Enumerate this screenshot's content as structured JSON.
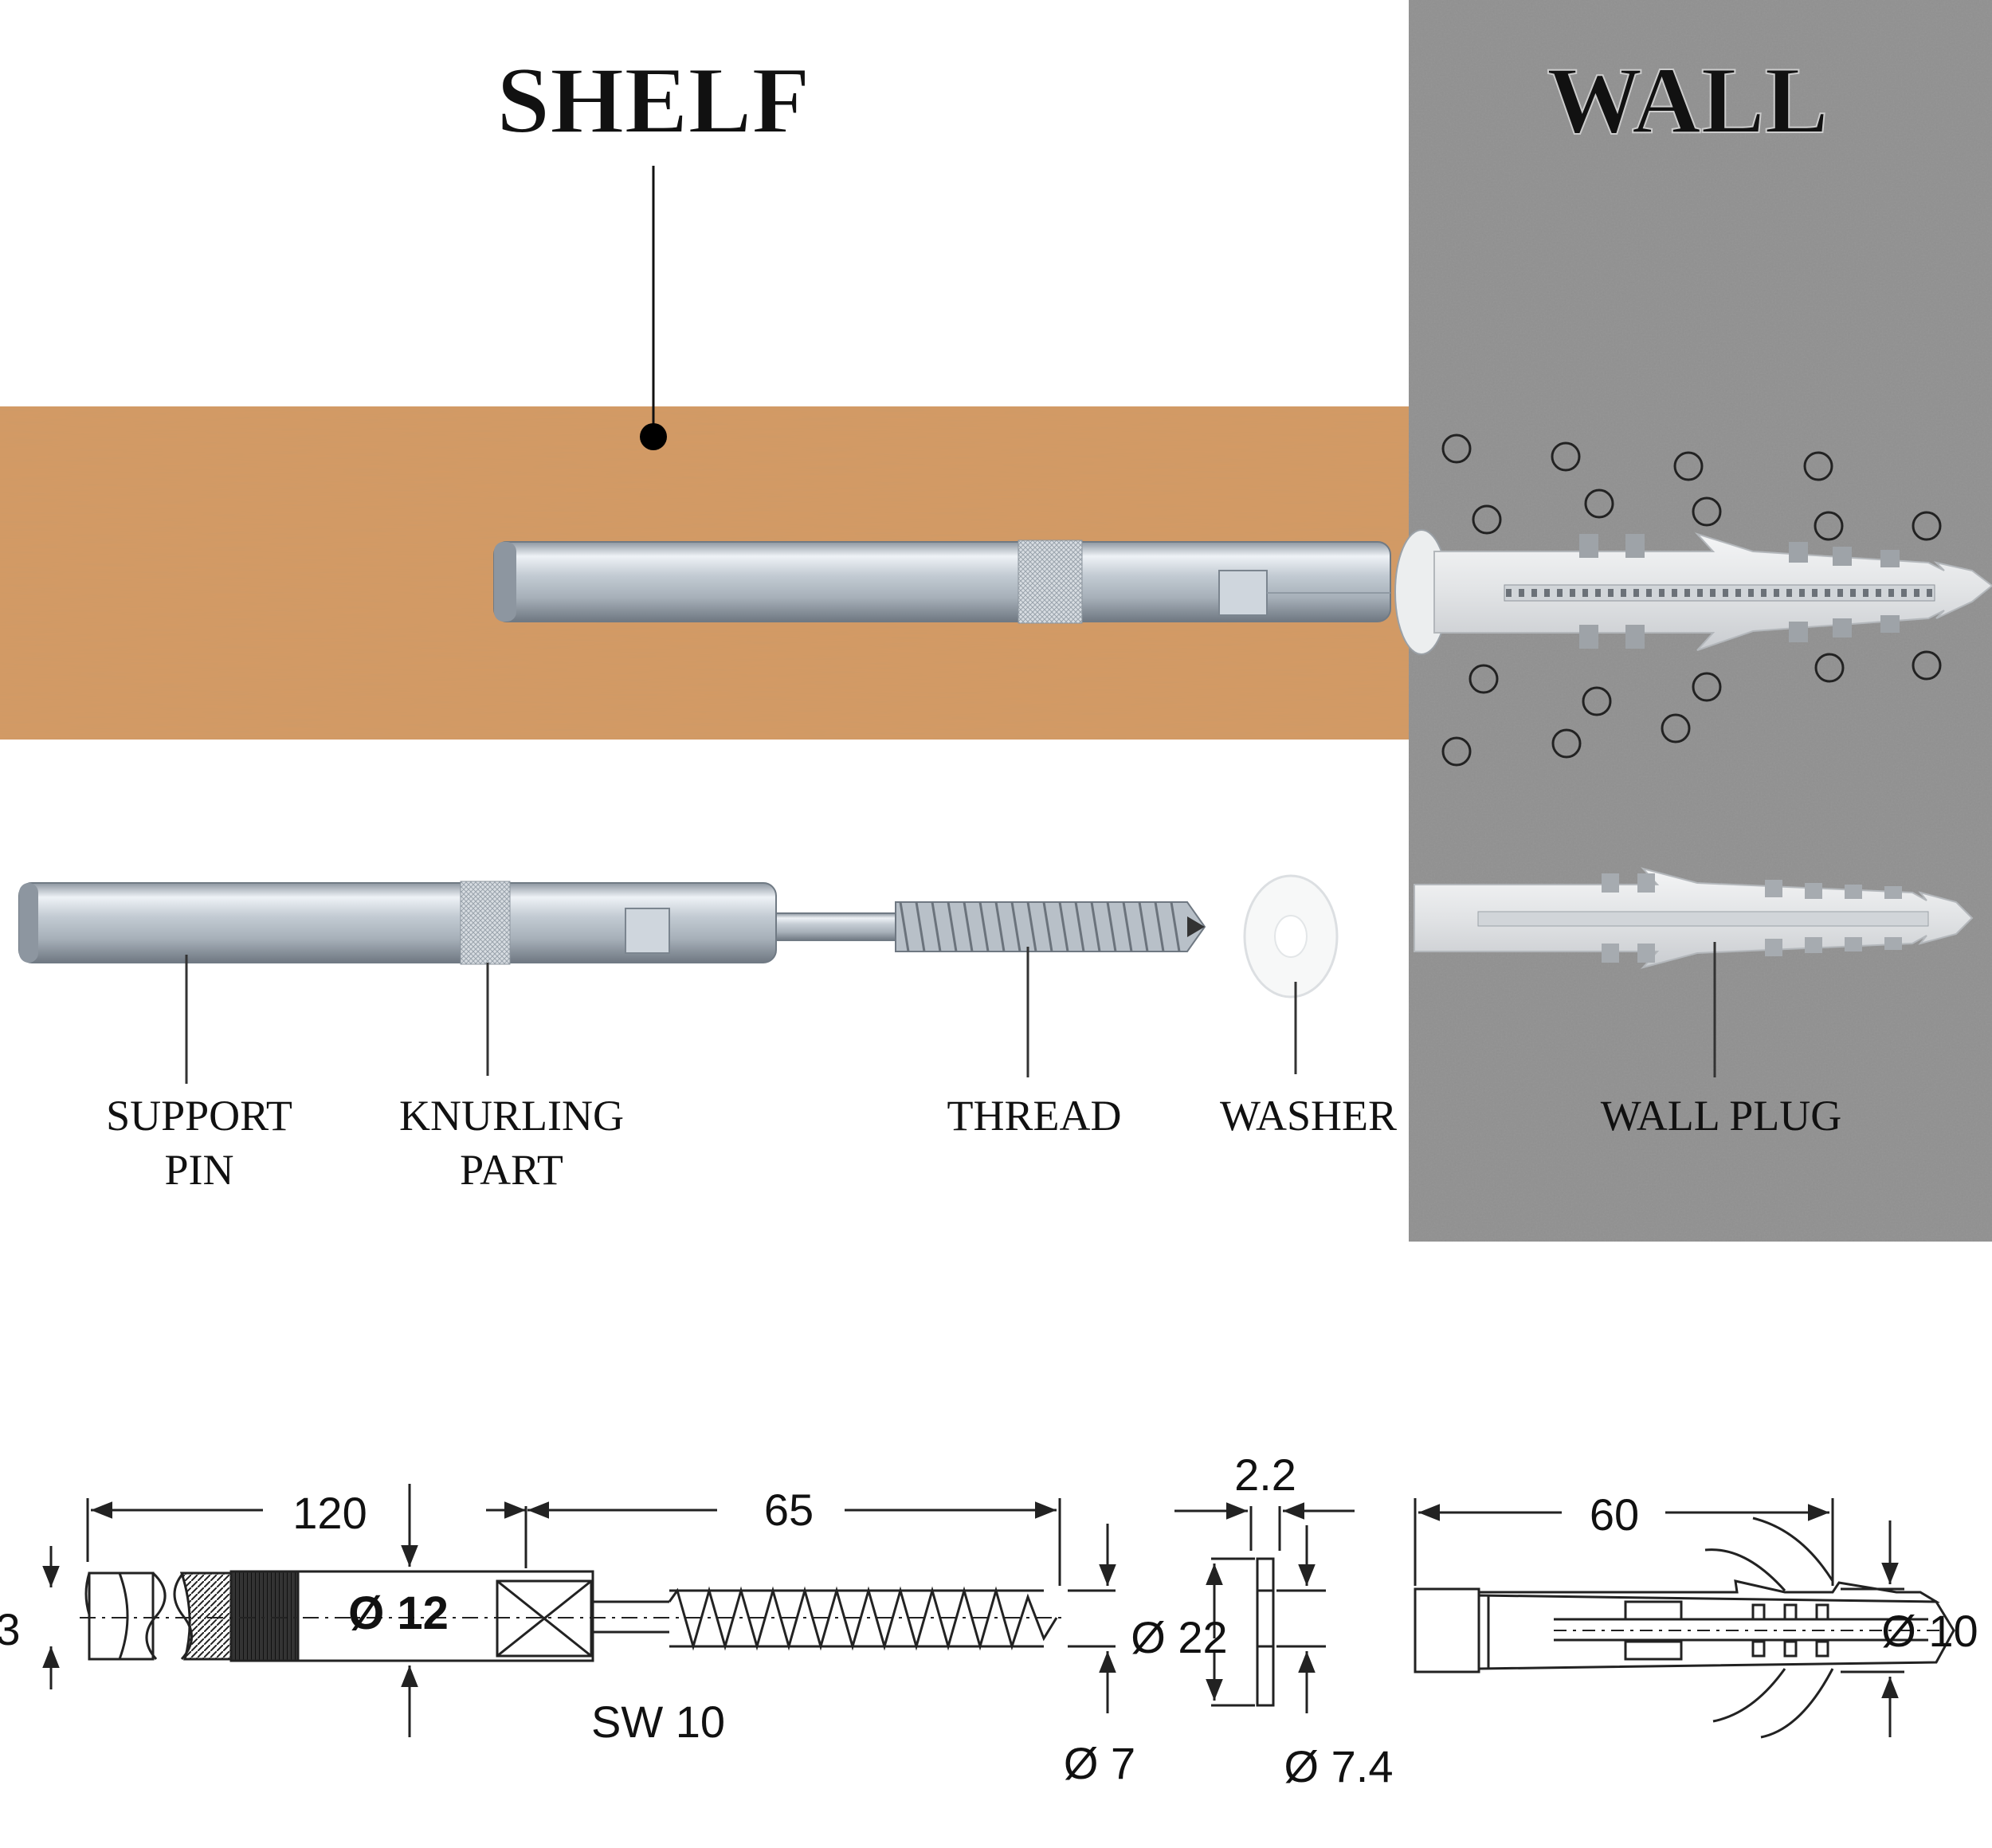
{
  "headings": {
    "shelf": "SHELF",
    "wall": "WALL"
  },
  "parts": {
    "support_pin_line1": "SUPPORT",
    "support_pin_line2": "PIN",
    "knurling_line1": "KNURLING",
    "knurling_line2": "PART",
    "thread": "THREAD",
    "washer": "WASHER",
    "wall_plug": "WALL PLUG"
  },
  "dimensions": {
    "pin_length": "120",
    "thread_length": "65",
    "pin_diameter": "Ø 12",
    "wrench_size": "SW 10",
    "thread_diameter": "Ø 7",
    "end_value": "3",
    "washer_thickness": "2.2",
    "washer_outer": "Ø 22",
    "washer_inner": "Ø 7.4",
    "plug_length": "60",
    "plug_diameter": "Ø 10"
  },
  "colors": {
    "shelf_wood": "#d49a64",
    "wall_gray": "#8e8e8e",
    "metal": "#c8d0d8",
    "plug": "#e2e4e6"
  }
}
